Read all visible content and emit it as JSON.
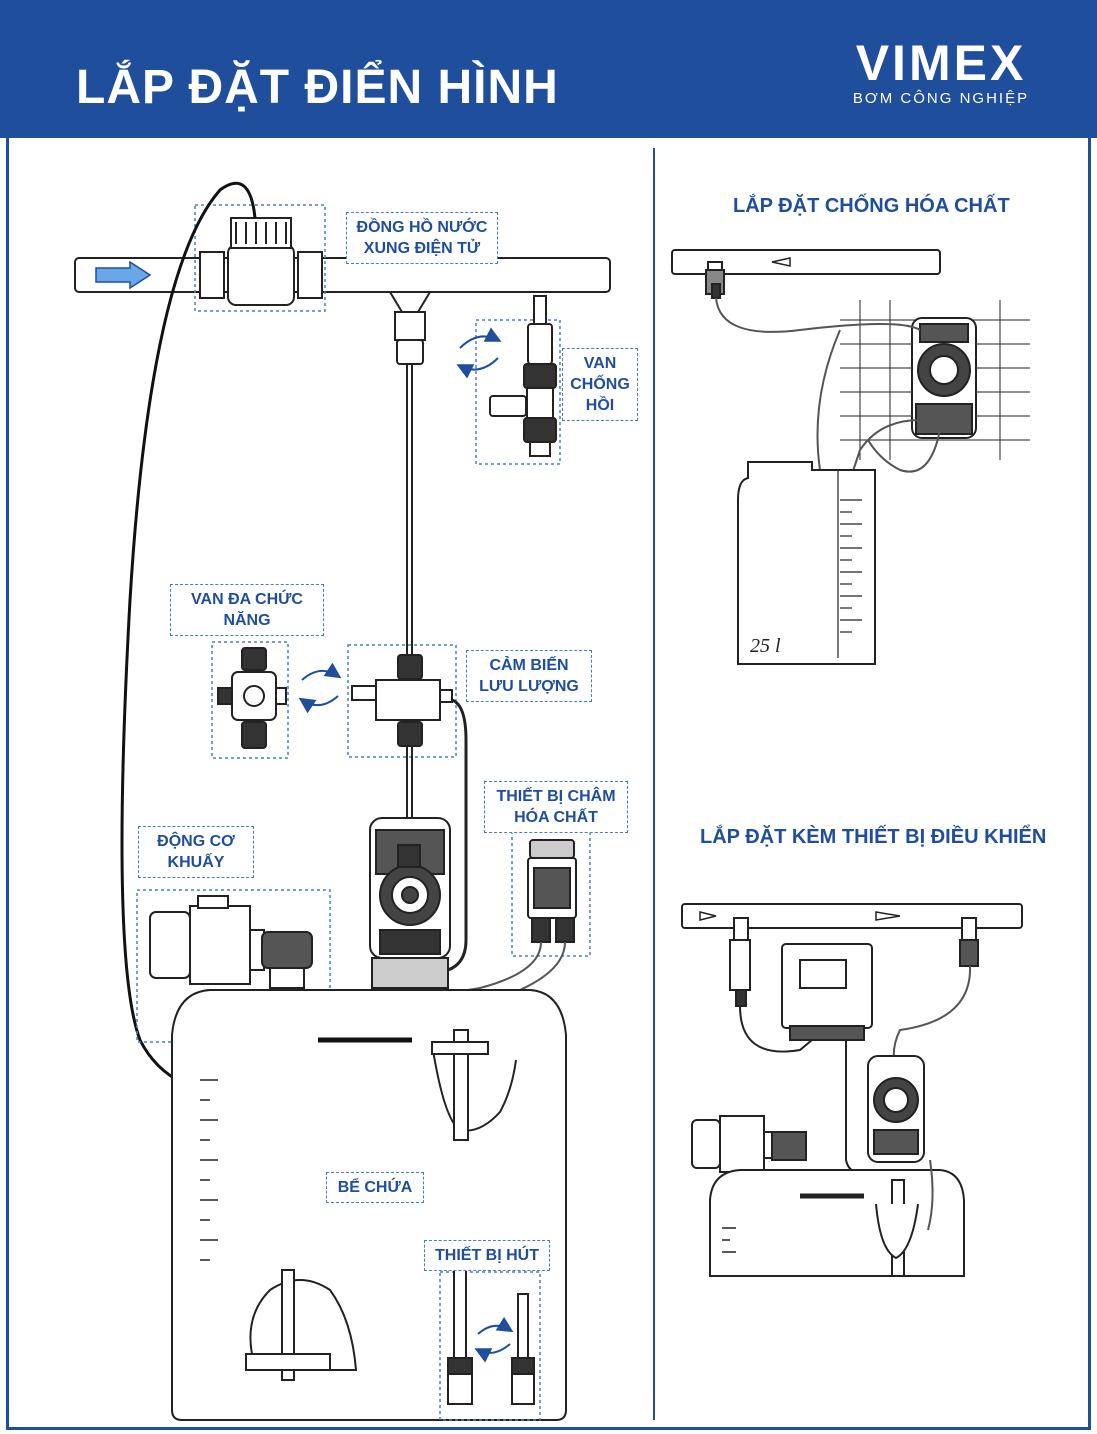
{
  "header": {
    "title": "LẮP ĐẶT ĐIỂN HÌNH",
    "brand_name": "VIMEX",
    "brand_sub": "BƠM CÔNG NGHIỆP"
  },
  "colors": {
    "brand_blue": "#1f4e9d",
    "label_border": "#4a7cc9",
    "line": "#222222",
    "arrow_fill": "#6aa7e8"
  },
  "labels": {
    "water_meter": "ĐỒNG HỒ NƯỚC XUNG ĐIỆN TỬ",
    "check_valve": "VAN CHỐNG HỒI",
    "multi_valve": "VAN ĐA CHỨC NĂNG",
    "flow_sensor": "CẢM BIẾN LƯU LƯỢNG",
    "injector": "THIẾT BỊ CHÂM HÓA CHẤT",
    "mixer_motor": "ĐỘNG CƠ KHUẤY",
    "tank": "BỂ CHỨA",
    "foot_valve": "THIẾT BỊ HÚT"
  },
  "sections": {
    "anti_chemical": "LẮP ĐẶT CHỐNG HÓA CHẤT",
    "with_controller": "LẮP ĐẶT KÈM THIẾT BỊ ĐIỀU KHIỂN"
  },
  "tank_volume": "25 l",
  "icons": [
    "flow-arrow-icon",
    "swap-arrows-icon",
    "pump-icon",
    "motor-icon",
    "controller-icon"
  ]
}
